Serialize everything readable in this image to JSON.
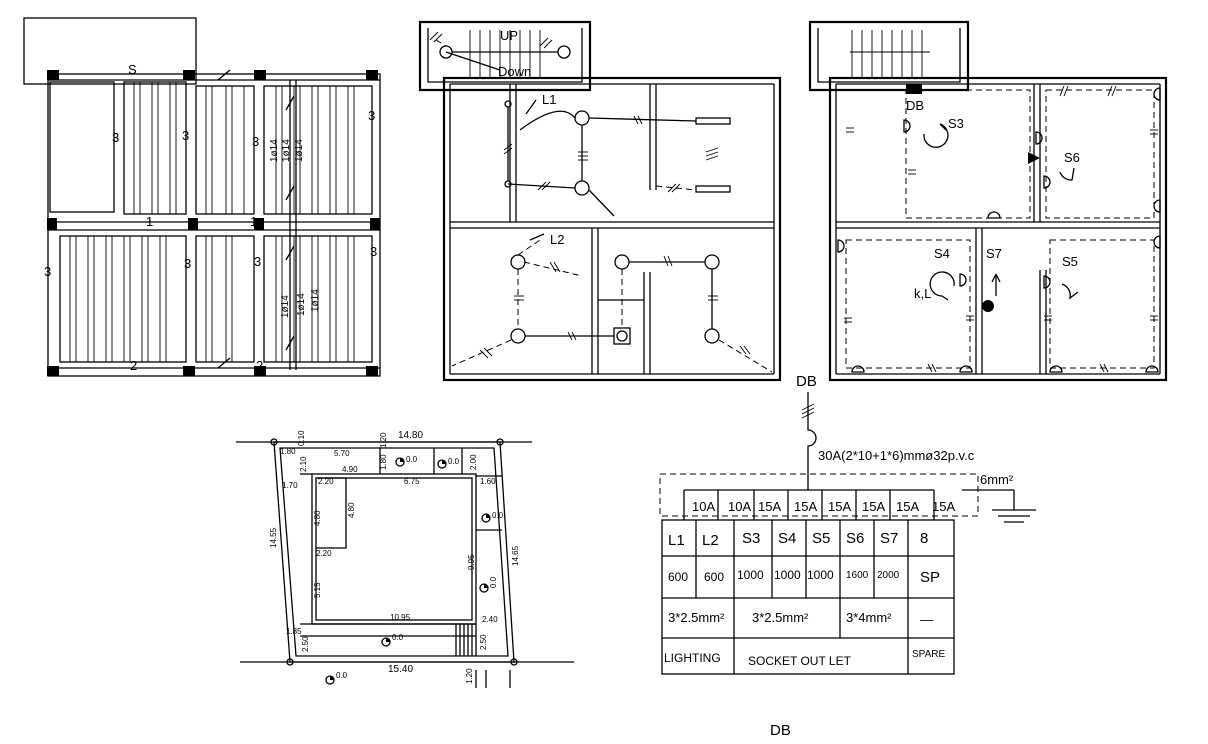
{
  "slab_plan": {
    "beam_labels": [
      "S",
      "3",
      "3",
      "3",
      "3",
      "1",
      "1",
      "3",
      "3",
      "3",
      "3",
      "2",
      "2"
    ],
    "rebar_labels": [
      "1ø14",
      "1ø14",
      "1ø14",
      "1ø14",
      "1ø14",
      "1ø14"
    ]
  },
  "lighting_plan": {
    "stair_up": "UP",
    "stair_down": "Down",
    "circuit_1": "L1",
    "circuit_2": "L2"
  },
  "socket_plan": {
    "db_label": "DB",
    "circuits": [
      "S3",
      "S6",
      "S4",
      "S7",
      "S5"
    ],
    "kitchen_label": "k,L"
  },
  "site_plan": {
    "dimensions": [
      "14.80",
      "1.80",
      "5.70",
      "4.90",
      "2.10",
      "0.10",
      "1.20",
      "1.80",
      "2.00",
      "1.70",
      "2.20",
      "6.75",
      "1.60",
      "4.80",
      "4.80",
      "2.20",
      "14.55",
      "9.95",
      "14.65",
      "5.15",
      "10.95",
      "2.40",
      "1.85",
      "2.50",
      "2.50",
      "15.40",
      "1.20"
    ],
    "level_marks": [
      "0.0",
      "0.0",
      "0.0",
      "0.0",
      "0.0",
      "0.0"
    ]
  },
  "db_schematic": {
    "db_label": "DB",
    "feeder": "30A(2*10+1*6)mmø32p.v.c",
    "earth_conductor": "6mm²",
    "breakers": [
      "10A",
      "10A",
      "15A",
      "15A",
      "15A",
      "15A",
      "15A",
      "15A"
    ],
    "circuits": [
      "L1",
      "L2",
      "S3",
      "S4",
      "S5",
      "S6",
      "S7",
      "8"
    ],
    "loads": [
      "600",
      "600",
      "1000",
      "1000",
      "1000",
      "1600",
      "2000",
      "SP"
    ],
    "cables": [
      "3*2.5mm²",
      "3*2.5mm²",
      "3*4mm²",
      "—"
    ],
    "groups": [
      "LIGHTING",
      "SOCKET OUT LET",
      "SPARE"
    ],
    "footer_label": "DB"
  }
}
